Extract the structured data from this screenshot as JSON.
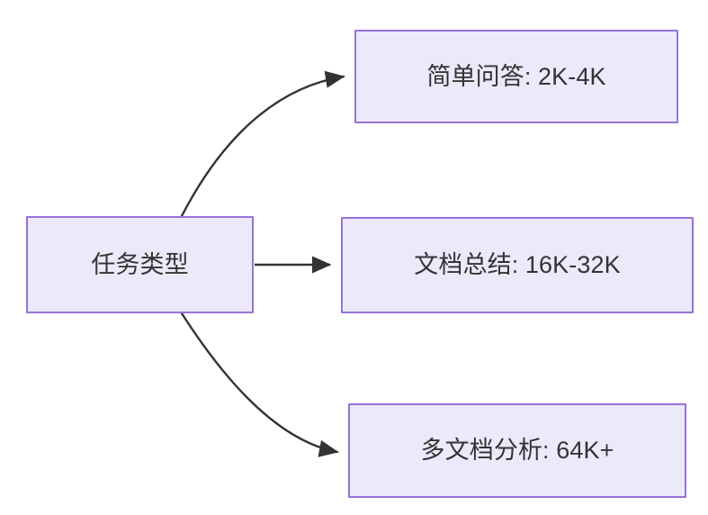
{
  "diagram": {
    "type": "flowchart",
    "direction": "left-to-right",
    "background_color": "#ffffff",
    "node_fill_color": "#ece9fb",
    "node_border_color": "#9673d8",
    "text_color": "#333333",
    "edge_color": "#333333",
    "nodes": [
      {
        "id": "source",
        "label": "任务类型"
      },
      {
        "id": "simple",
        "label": "简单问答: 2K-4K"
      },
      {
        "id": "doc",
        "label": "文档总结: 16K-32K"
      },
      {
        "id": "multidoc",
        "label": "多文档分析: 64K+"
      }
    ],
    "edges": [
      {
        "from": "source",
        "to": "simple",
        "style": "curved",
        "arrow": "triangle",
        "label": ""
      },
      {
        "from": "source",
        "to": "doc",
        "style": "straight",
        "arrow": "triangle",
        "label": ""
      },
      {
        "from": "source",
        "to": "multidoc",
        "style": "curved",
        "arrow": "triangle",
        "label": ""
      }
    ]
  }
}
